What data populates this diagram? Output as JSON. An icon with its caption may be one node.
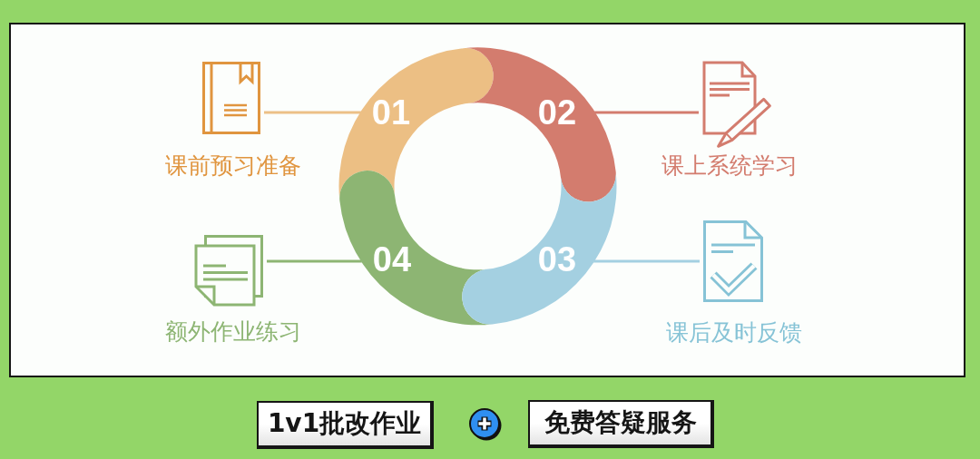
{
  "diagram": {
    "nodes": [
      {
        "text": [],
        "shape": "picture",
        "beside": [
          "课前预习准备"
        ]
      },
      {
        "text": [
          "01"
        ]
      },
      {
        "text": [
          "02"
        ]
      },
      {
        "text": [],
        "shape": "picture",
        "beside": [
          "课上系统学习"
        ]
      },
      {
        "text": [],
        "shape": "picture",
        "beside": [
          "额外作业练习"
        ]
      },
      {
        "text": [
          "04"
        ]
      },
      {
        "text": [
          "03"
        ]
      },
      {
        "text": [],
        "shape": "picture",
        "beside": [
          "课后及时反馈"
        ]
      },
      {
        "text": [
          "1v1批改作业"
        ]
      },
      {
        "text": [
          "免费答疑服务"
        ]
      }
    ],
    "edges": [
      {
        "from": 1,
        "to": 0,
        "arrow": "none",
        "color": "#ecc087"
      },
      {
        "from": 2,
        "to": 3,
        "arrow": "none",
        "color": "#d37c6e"
      },
      {
        "from": 5,
        "to": 4,
        "arrow": "none",
        "color": "#8db573"
      },
      {
        "from": 6,
        "to": 7,
        "arrow": "none",
        "color": "#a4d0e1"
      }
    ]
  }
}
